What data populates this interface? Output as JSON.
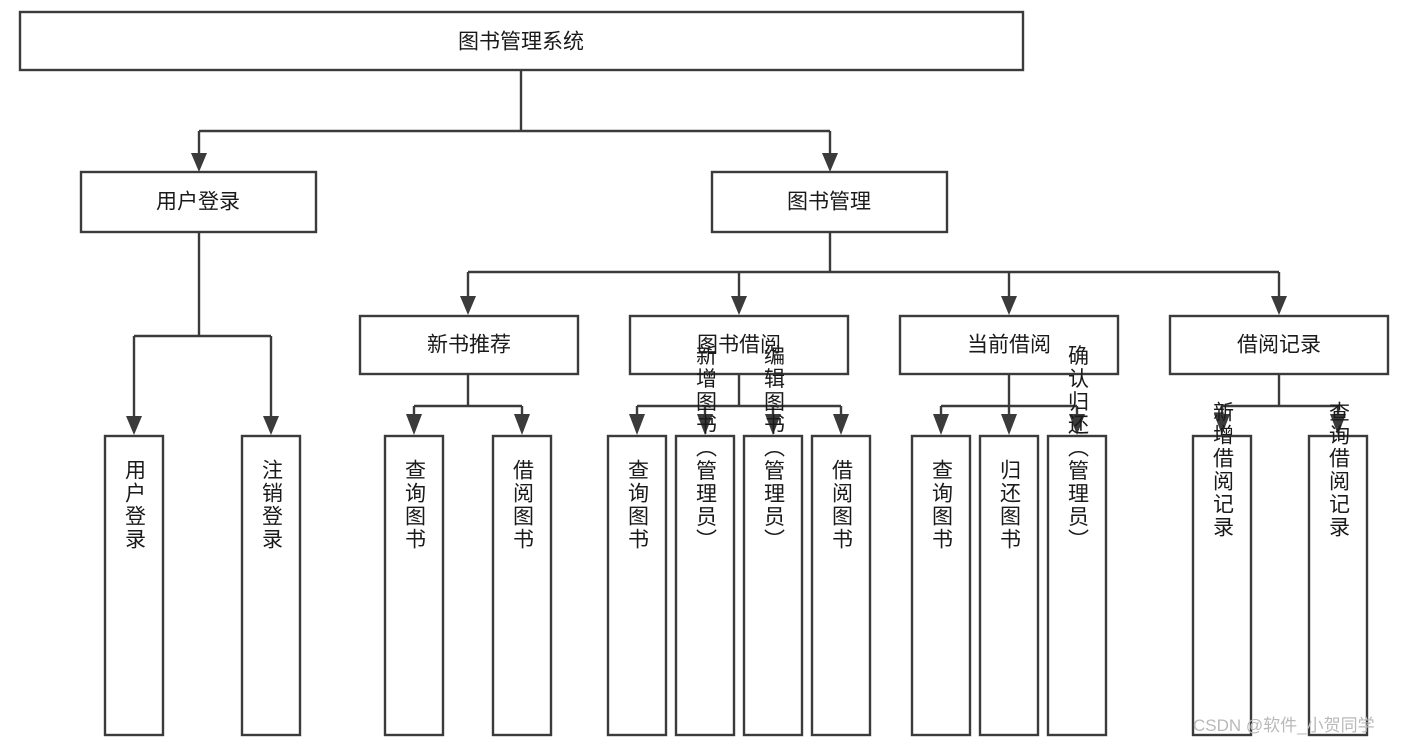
{
  "diagram": {
    "title": "图书管理系统",
    "type": "hierarchy-tree",
    "orientation": "top-down",
    "levels": 3,
    "colors": {
      "box_stroke": "#3b3b3b",
      "box_fill": "#ffffff",
      "line": "#3b3b3b",
      "text": "#1a1a1a",
      "watermark": "#b9b9b9",
      "background": "#ffffff"
    },
    "root": {
      "id": "root",
      "label": "图书管理系统"
    },
    "level2": [
      {
        "id": "user-login",
        "label": "用户登录"
      },
      {
        "id": "book-manage",
        "label": "图书管理"
      }
    ],
    "level3": [
      {
        "id": "new-book-rec",
        "label": "新书推荐",
        "parent": "book-manage"
      },
      {
        "id": "book-borrow",
        "label": "图书借阅",
        "parent": "book-manage"
      },
      {
        "id": "current-borrow",
        "label": "当前借阅",
        "parent": "book-manage"
      },
      {
        "id": "borrow-record",
        "label": "借阅记录",
        "parent": "book-manage"
      }
    ],
    "leaves": {
      "user-login": [
        {
          "id": "leaf-user-login",
          "label": "用户登录"
        },
        {
          "id": "leaf-logout",
          "label": "注销登录"
        }
      ],
      "new-book-rec": [
        {
          "id": "leaf-query-book-1",
          "label": "查询图书"
        },
        {
          "id": "leaf-borrow-book-1",
          "label": "借阅图书"
        }
      ],
      "book-borrow": [
        {
          "id": "leaf-query-book-2",
          "label": "查询图书"
        },
        {
          "id": "leaf-add-book",
          "label": "新增图书（管理员）"
        },
        {
          "id": "leaf-edit-book",
          "label": "编辑图书（管理员）"
        },
        {
          "id": "leaf-borrow-book-2",
          "label": "借阅图书"
        }
      ],
      "current-borrow": [
        {
          "id": "leaf-query-book-3",
          "label": "查询图书"
        },
        {
          "id": "leaf-return-book",
          "label": "归还图书"
        },
        {
          "id": "leaf-confirm-return",
          "label": "确认归还（管理员）"
        }
      ],
      "borrow-record": [
        {
          "id": "leaf-add-record",
          "label": "新增借阅记录"
        },
        {
          "id": "leaf-query-record",
          "label": "查询借阅记录"
        }
      ]
    }
  },
  "watermark": {
    "text": "CSDN @软件_小贺同学"
  }
}
